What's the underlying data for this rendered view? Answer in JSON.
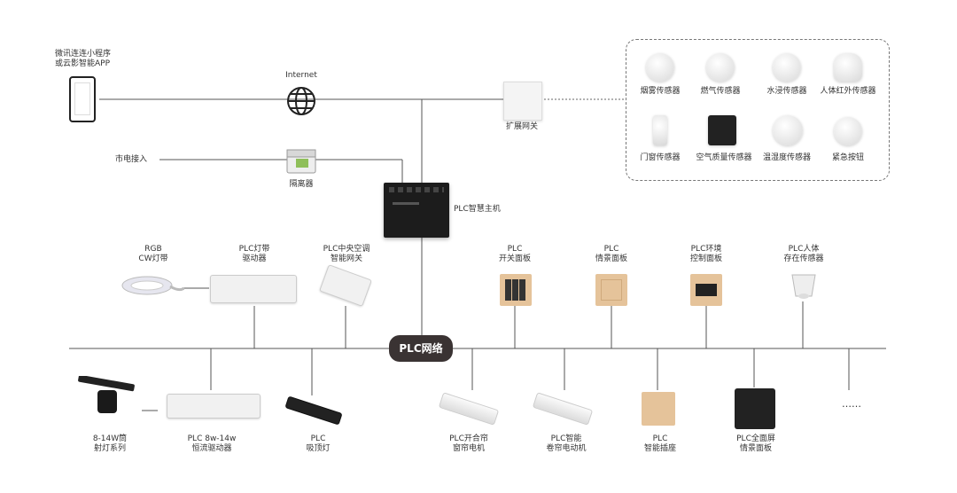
{
  "app": {
    "line1": "微讯连连小程序",
    "line2": "或云影智能APP"
  },
  "internet": "Internet",
  "mains": "市电接入",
  "isolator": "隔离器",
  "gateway": "扩展网关",
  "hub": "PLC智慧主机",
  "network": "PLC网络",
  "sensors": [
    {
      "label": "烟雾传感器"
    },
    {
      "label": "燃气传感器"
    },
    {
      "label": "水浸传感器"
    },
    {
      "label": "人体红外传感器"
    },
    {
      "label": "门窗传感器"
    },
    {
      "label": "空气质量传感器"
    },
    {
      "label": "温湿度传感器"
    },
    {
      "label": "紧急按钮"
    }
  ],
  "top_devices": [
    {
      "line1": "RGB",
      "line2": "CW灯带"
    },
    {
      "line1": "PLC灯带",
      "line2": "驱动器"
    },
    {
      "line1": "PLC中央空调",
      "line2": "智能网关"
    },
    {
      "line1": "PLC",
      "line2": "开关面板"
    },
    {
      "line1": "PLC",
      "line2": "情景面板"
    },
    {
      "line1": "PLC环境",
      "line2": "控制面板"
    },
    {
      "line1": "PLC人体",
      "line2": "存在传感器"
    }
  ],
  "bottom_devices": [
    {
      "line1": "8-14W筒",
      "line2": "射灯系列"
    },
    {
      "line1": "PLC 8w-14w",
      "line2": "恒流驱动器"
    },
    {
      "line1": "PLC",
      "line2": "吸顶灯"
    },
    {
      "line1": "PLC开合帘",
      "line2": "窗帘电机"
    },
    {
      "line1": "PLC智能",
      "line2": "卷帘电动机"
    },
    {
      "line1": "PLC",
      "line2": "智能插座"
    },
    {
      "line1": "PLC全面屏",
      "line2": "情景面板"
    }
  ],
  "ellipsis": "……"
}
